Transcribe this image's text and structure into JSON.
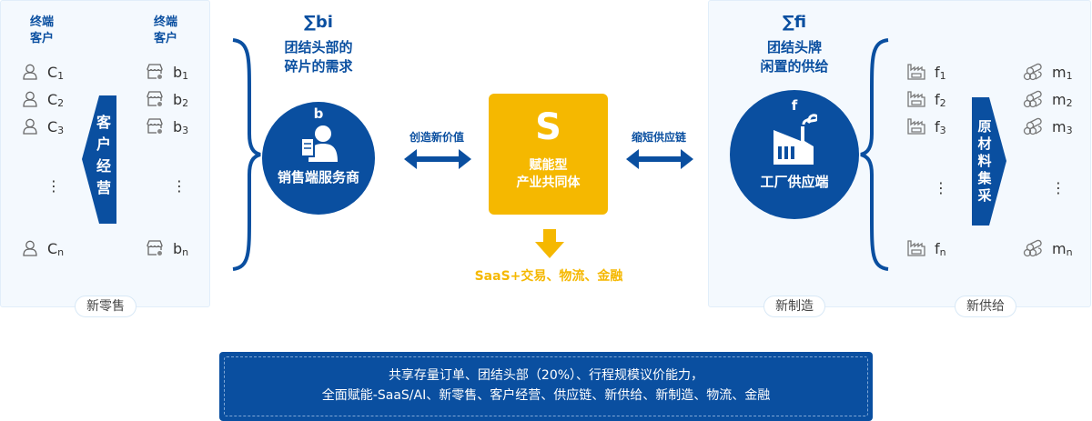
{
  "left": {
    "col1_title": [
      "终端",
      "客户"
    ],
    "col2_title": [
      "终端",
      "客户"
    ],
    "consumers": [
      {
        "base": "C",
        "sub": "1"
      },
      {
        "base": "C",
        "sub": "2"
      },
      {
        "base": "C",
        "sub": "3"
      },
      {
        "base": "C",
        "sub": "n"
      }
    ],
    "businesses": [
      {
        "base": "b",
        "sub": "1"
      },
      {
        "base": "b",
        "sub": "2"
      },
      {
        "base": "b",
        "sub": "3"
      },
      {
        "base": "b",
        "sub": "n"
      }
    ],
    "arrow_label": [
      "客",
      "户",
      "经",
      "营"
    ],
    "pill": "新零售",
    "dots": "⋮"
  },
  "seller": {
    "sum": "∑bi",
    "desc": [
      "团结头部的",
      "碎片的需求"
    ],
    "letter": "b",
    "name": "销售端服务商"
  },
  "left_link": "创造新价值",
  "center": {
    "letter": "S",
    "lines": [
      "赋能型",
      "产业共同体"
    ],
    "below": "SaaS+交易、物流、金融"
  },
  "right_link": "缩短供应链",
  "factory": {
    "sum": "∑fi",
    "desc": [
      "团结头牌",
      "闲置的供给"
    ],
    "letter": "f",
    "name": "工厂供应端"
  },
  "right": {
    "factories": [
      {
        "base": "f",
        "sub": "1"
      },
      {
        "base": "f",
        "sub": "2"
      },
      {
        "base": "f",
        "sub": "3"
      },
      {
        "base": "f",
        "sub": "n"
      }
    ],
    "materials": [
      {
        "base": "m",
        "sub": "1"
      },
      {
        "base": "m",
        "sub": "2"
      },
      {
        "base": "m",
        "sub": "3"
      },
      {
        "base": "m",
        "sub": "n"
      }
    ],
    "arrow_label": [
      "原",
      "材",
      "料",
      "集",
      "采"
    ],
    "pill_left": "新制造",
    "pill_right": "新供给",
    "dots": "⋮"
  },
  "bottom": {
    "line1": "共享存量订单、团结头部（20%）、行程规模议价能力，",
    "line2": "全面赋能-SaaS/AI、新零售、客户经营、供应链、新供给、新制造、物流、金融"
  },
  "colors": {
    "blue": "#0a4fa0",
    "yellow": "#f5b800",
    "panel": "#f4f9fe"
  }
}
